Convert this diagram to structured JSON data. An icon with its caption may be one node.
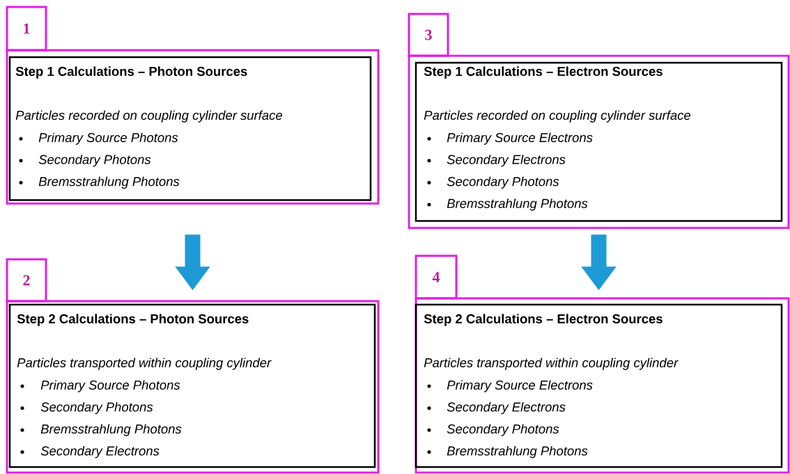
{
  "diagram": {
    "nodes": [
      {
        "text": [
          "1"
        ]
      },
      {
        "text": [
          "Step 1 Calculations – Photon Sources",
          "Particles recorded on coupling cylinder surface",
          "Primary Source Photons",
          "Secondary Photons",
          "Bremsstrahlung Photons"
        ]
      },
      {
        "text": [
          "3"
        ]
      },
      {
        "text": [
          "Step 1 Calculations – Electron Sources",
          "Particles recorded on coupling cylinder surface",
          "Primary Source Electrons",
          "Secondary Electrons",
          "Secondary Photons",
          "Bremsstrahlung Photons"
        ]
      },
      {
        "text": [
          "2"
        ]
      },
      {
        "text": [
          "Step 2 Calculations – Photon Sources",
          "Particles transported within coupling cylinder",
          "Primary Source Photons",
          "Secondary Photons",
          "Bremsstrahlung Photons",
          "Secondary Electrons"
        ]
      },
      {
        "text": [
          "4"
        ]
      },
      {
        "text": [
          "Step 2 Calculations – Electron Sources",
          "Particles transported within coupling cylinder",
          "Primary Source Electrons",
          "Secondary Electrons",
          "Secondary Photons",
          "Bremsstrahlung Photons"
        ]
      }
    ],
    "edges": [
      {
        "from": 1,
        "to": 5,
        "arrow": "to"
      },
      {
        "from": 3,
        "to": 7,
        "arrow": "to"
      }
    ]
  }
}
